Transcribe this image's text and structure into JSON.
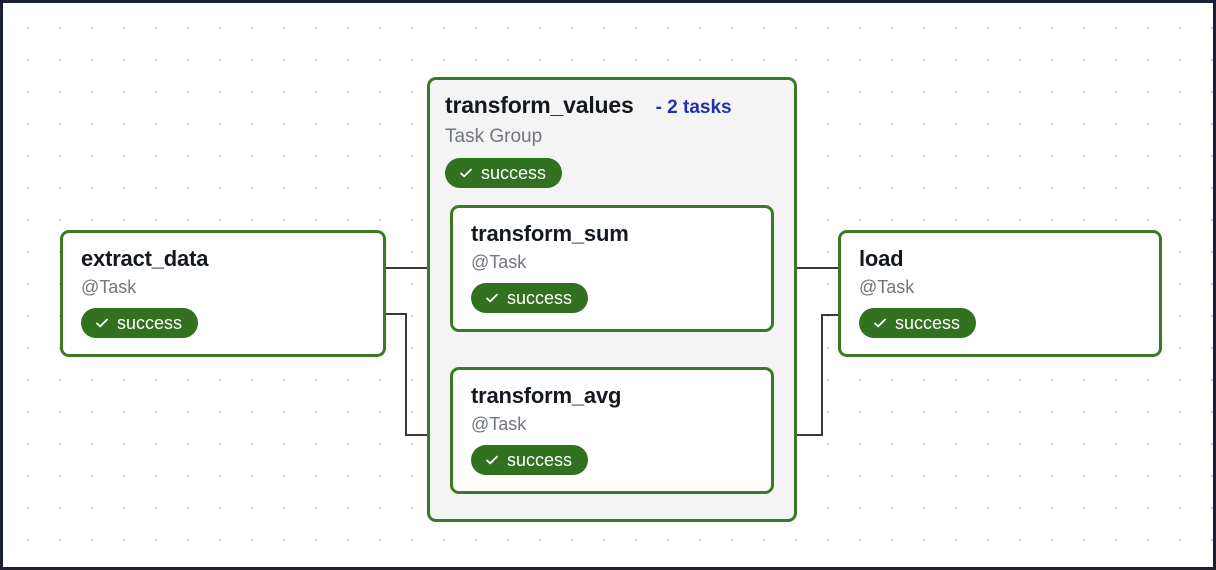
{
  "canvas": {
    "border_color": "#1b2034",
    "background_color": "#ffffff",
    "grid_dot_color": "#c9ccd6"
  },
  "colors": {
    "node_border_green": "#3a7a22",
    "badge_green": "#31711f",
    "link_blue": "#2432b0",
    "muted_text": "#70757e",
    "title_text": "#14181f",
    "group_fill": "#f4f4f4",
    "edge_stroke": "#38383d"
  },
  "graph": {
    "nodes": [
      {
        "id": "extract_data",
        "title": "extract_data",
        "type_label": "@Task",
        "status": "success",
        "status_icon": "check-icon"
      },
      {
        "id": "transform_sum",
        "title": "transform_sum",
        "type_label": "@Task",
        "status": "success",
        "status_icon": "check-icon"
      },
      {
        "id": "transform_avg",
        "title": "transform_avg",
        "type_label": "@Task",
        "status": "success",
        "status_icon": "check-icon"
      },
      {
        "id": "load",
        "title": "load",
        "type_label": "@Task",
        "status": "success",
        "status_icon": "check-icon"
      }
    ],
    "groups": [
      {
        "id": "transform_values",
        "title": "transform_values",
        "count_label": "- 2 tasks",
        "type_label": "Task Group",
        "status": "success",
        "status_icon": "check-icon"
      }
    ],
    "edges": [
      {
        "from": "extract_data",
        "to": "transform_sum"
      },
      {
        "from": "extract_data",
        "to": "transform_avg"
      },
      {
        "from": "transform_sum",
        "to": "load"
      },
      {
        "from": "transform_avg",
        "to": "load"
      }
    ]
  }
}
